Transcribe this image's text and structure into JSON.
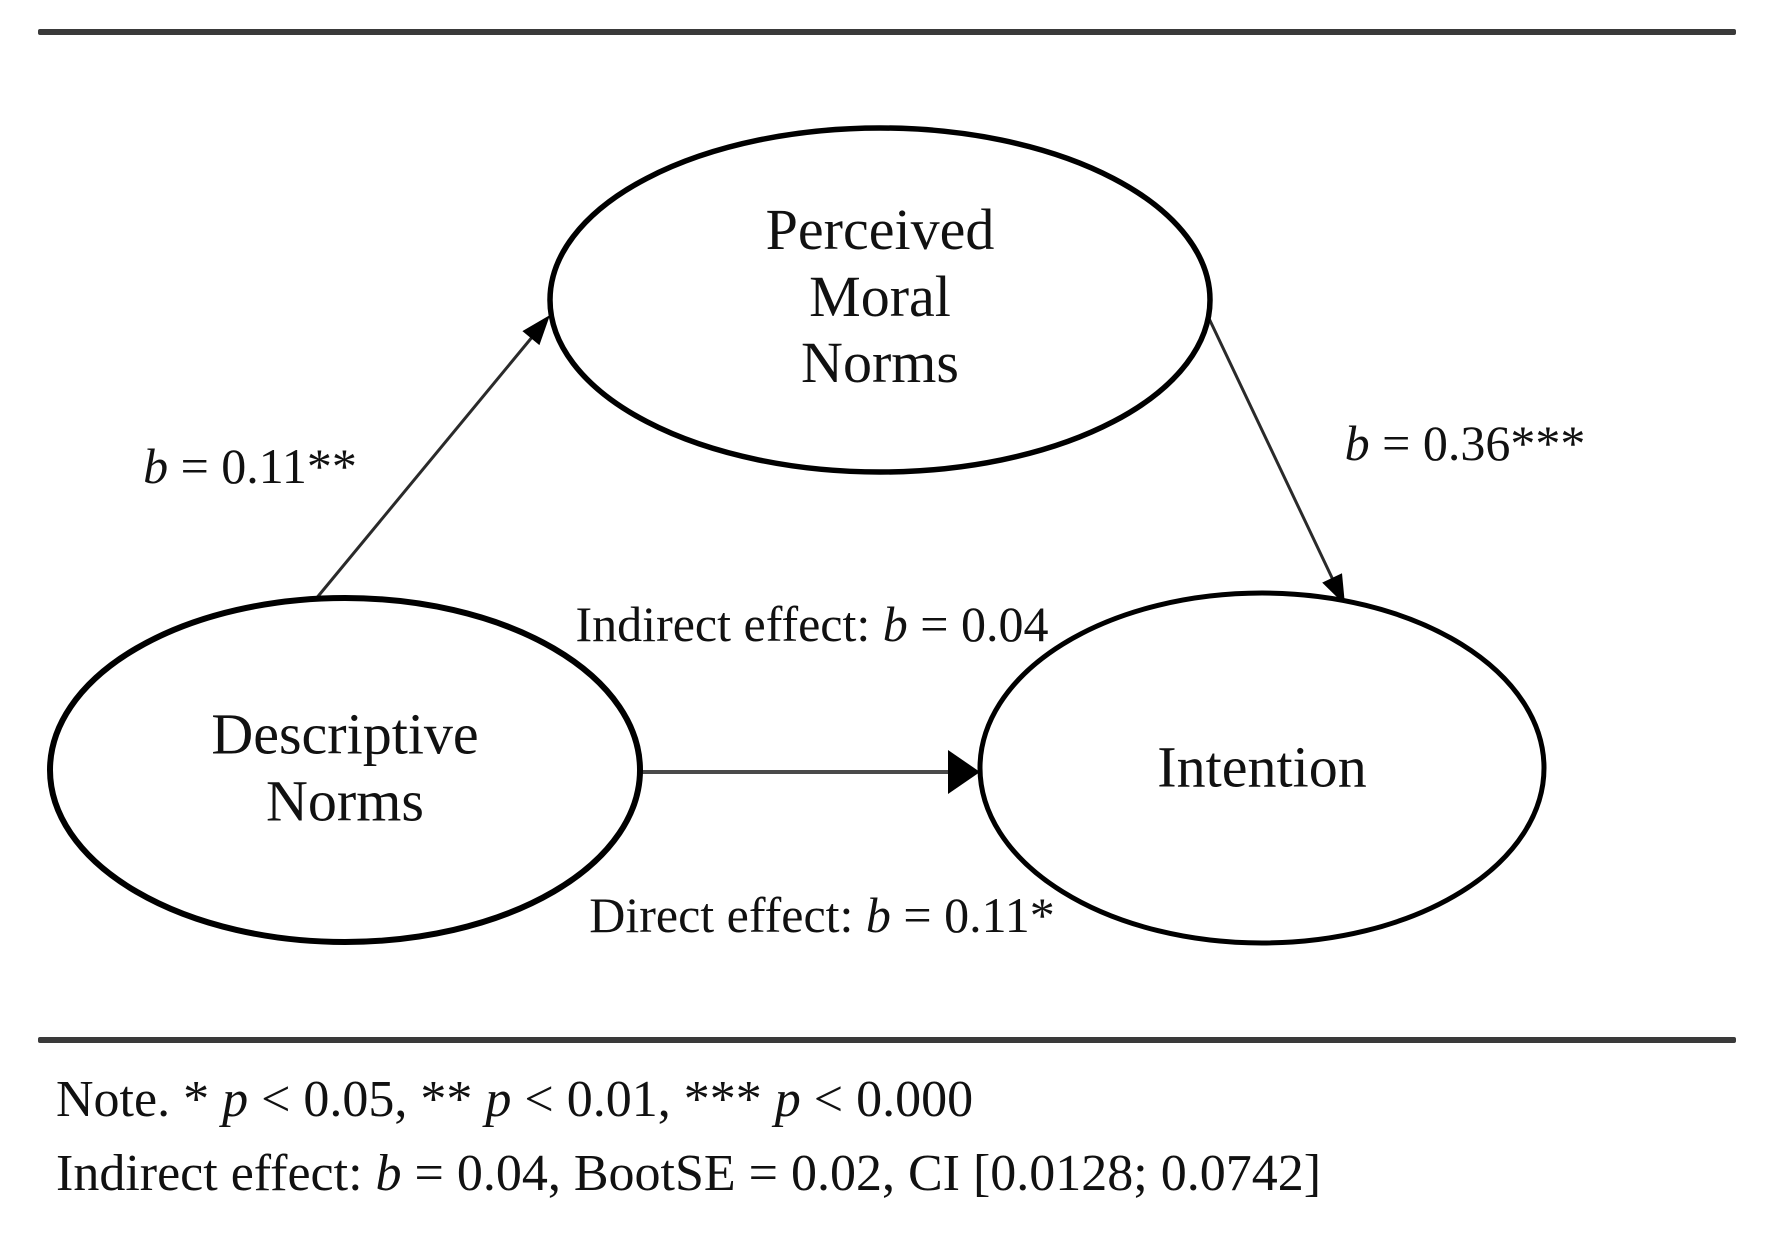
{
  "figure": {
    "nodes": {
      "mediator": {
        "line1": "Perceived",
        "line2": "Moral",
        "line3": "Norms"
      },
      "predictor": {
        "line1": "Descriptive",
        "line2": "Norms"
      },
      "outcome": {
        "label": "Intention"
      }
    },
    "paths": {
      "a": {
        "var": "b",
        "rest": " = 0.11**"
      },
      "b": {
        "var": "b",
        "rest": " = 0.36***"
      },
      "indirect": {
        "prefix": "Indirect effect: ",
        "var": "b",
        "rest": " = 0.04"
      },
      "direct": {
        "prefix": "Direct effect: ",
        "var": "b",
        "rest": " = 0.11*"
      }
    },
    "note": {
      "line1_parts": {
        "p0": "Note. * ",
        "p1": "p",
        "p2": " < 0.05, ** ",
        "p3": "p",
        "p4": " < 0.01, *** ",
        "p5": "p",
        "p6": " < 0.000"
      },
      "line2_parts": {
        "p0": "Indirect effect: ",
        "p1": "b",
        "p2": " = 0.04, BootSE = 0.02, CI [0.0128; 0.0742]"
      }
    },
    "colors": {
      "ink": "#000000",
      "rule": "#3a3a3a",
      "arrow": "#2a2a2a"
    }
  }
}
